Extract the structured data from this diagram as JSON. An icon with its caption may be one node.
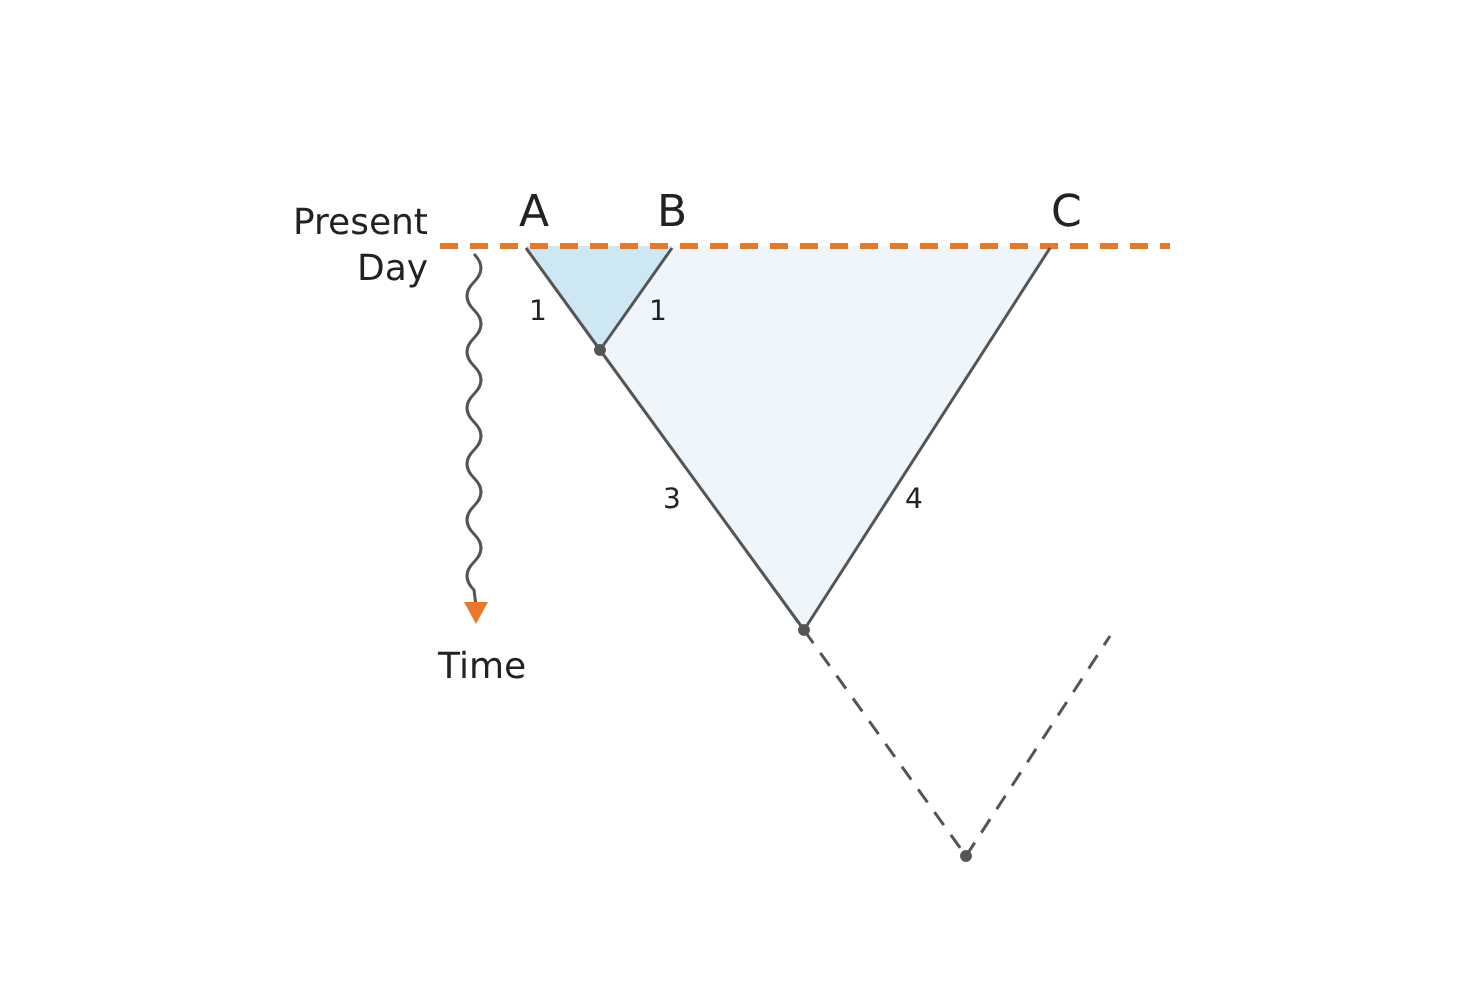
{
  "diagram": {
    "nodes": [
      {
        "text": [
          "A"
        ]
      },
      {
        "text": [
          "B"
        ]
      },
      {
        "text": [
          "C"
        ]
      },
      {
        "text": [],
        "shape": "point"
      },
      {
        "text": [],
        "shape": "point"
      },
      {
        "text": [],
        "shape": "point"
      }
    ],
    "edges": [
      {
        "from": 0,
        "to": 3,
        "arrow": "none",
        "label": "1"
      },
      {
        "from": 1,
        "to": 3,
        "arrow": "none",
        "label": "1"
      },
      {
        "from": 3,
        "to": 4,
        "arrow": "none",
        "label": "3"
      },
      {
        "from": 2,
        "to": 4,
        "arrow": "none",
        "label": "4"
      },
      {
        "from": 4,
        "to": 5,
        "arrow": "none",
        "style": "dashed"
      },
      {
        "from": 5,
        "to": null,
        "arrow": "none",
        "style": "dashed"
      }
    ],
    "labels": [
      "Present Day",
      "Time"
    ]
  }
}
